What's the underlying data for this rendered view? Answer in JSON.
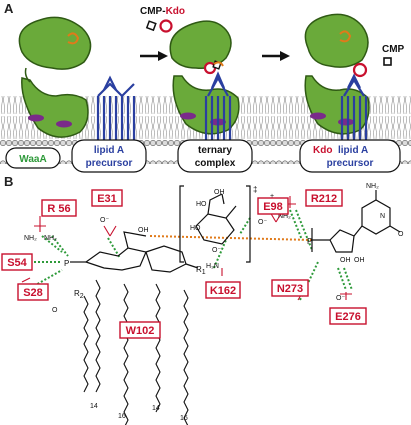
{
  "panel_a": {
    "letter": "A",
    "cmp_kdo_cmp": "CMP-",
    "cmp_kdo_kdo": "Kdo",
    "cmp_label": "CMP",
    "waaa": "WaaA",
    "lipid_a_line1": "lipid A",
    "lipid_a_line2": "precursor",
    "ternary_line1": "ternary",
    "ternary_line2": "complex",
    "kdo_word": "Kdo",
    "lipid_a2_line1": "lipid A",
    "lipid_a2_line2": "precursor"
  },
  "panel_b": {
    "letter": "B",
    "residues": {
      "r56": "R 56",
      "e31": "E31",
      "e98": "E98",
      "r212": "R212",
      "s54": "S54",
      "s28": "S28",
      "k162": "K162",
      "n273": "N273",
      "w102": "W102",
      "e276": "E276"
    },
    "chain_labels": [
      "14",
      "16",
      "14",
      "16"
    ],
    "r1": "R",
    "r1_sub": "1",
    "r2": "R",
    "r2_sub": "2",
    "dagger": "‡",
    "nh2": "NH₂",
    "atom_o": "O",
    "atom_n": "N",
    "atom_h": "H",
    "atom_oh": "OH",
    "atom_p": "P",
    "atom_ho": "HO",
    "atom_hn": "HN",
    "atom_nh": "NH",
    "atom_h3n": "H₃N",
    "atom_o_minus": "O⁻",
    "atom_plus": "+"
  },
  "colors": {
    "protein_green": "#6aaa3a",
    "protein_outline": "#2f5a14",
    "lipid_blue": "#2a3fa0",
    "kdo_red": "#c8102e",
    "hbond_green": "#2e9a3a",
    "orange": "#e07a1a",
    "purple": "#7a2a8a"
  }
}
